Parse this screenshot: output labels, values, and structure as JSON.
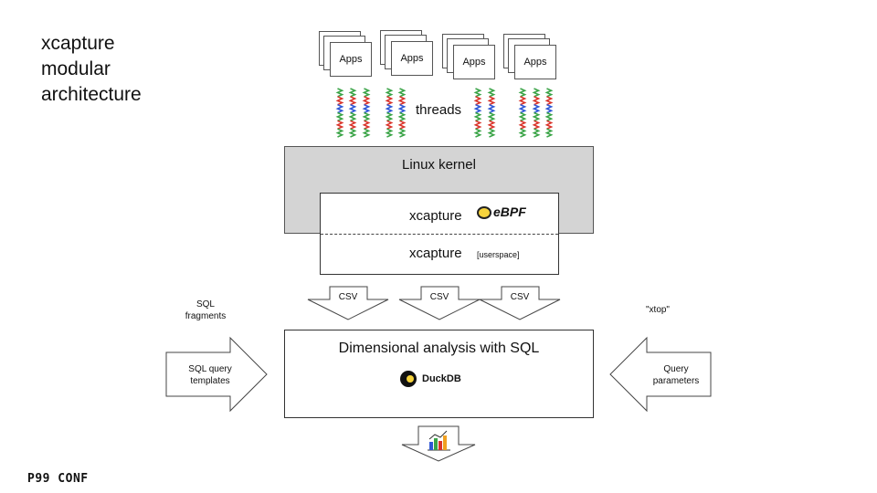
{
  "title": {
    "line1": "xcapture",
    "line2": "modular",
    "line3": "architecture"
  },
  "apps": [
    {
      "label": "Apps"
    },
    {
      "label": "Apps"
    },
    {
      "label": "Apps"
    },
    {
      "label": "Apps"
    }
  ],
  "threads_label": "threads",
  "kernel_label": "Linux kernel",
  "xcapture_ebpf": {
    "label": "xcapture",
    "logo_text": "eBPF"
  },
  "xcapture_user": {
    "label": "xcapture",
    "tag": "[userspace]"
  },
  "csv": [
    {
      "label": "CSV"
    },
    {
      "label": "CSV"
    },
    {
      "label": "CSV"
    }
  ],
  "analysis": {
    "title": "Dimensional analysis with SQL",
    "engine": "DuckDB"
  },
  "left": {
    "top_label_1": "SQL",
    "top_label_2": "fragments",
    "arrow_1": "SQL query",
    "arrow_2": "templates"
  },
  "right": {
    "top_label": "\"xtop\"",
    "arrow_1": "Query",
    "arrow_2": "parameters"
  },
  "brand": "P99 CONF",
  "colors": {
    "kernel_fill": "#d4d4d4",
    "thread_green": "#3aa447",
    "thread_red": "#d9342b",
    "thread_blue": "#2f57d6",
    "duck_yellow": "#f6d33c"
  },
  "icons": {
    "output": "bar-chart-icon"
  }
}
